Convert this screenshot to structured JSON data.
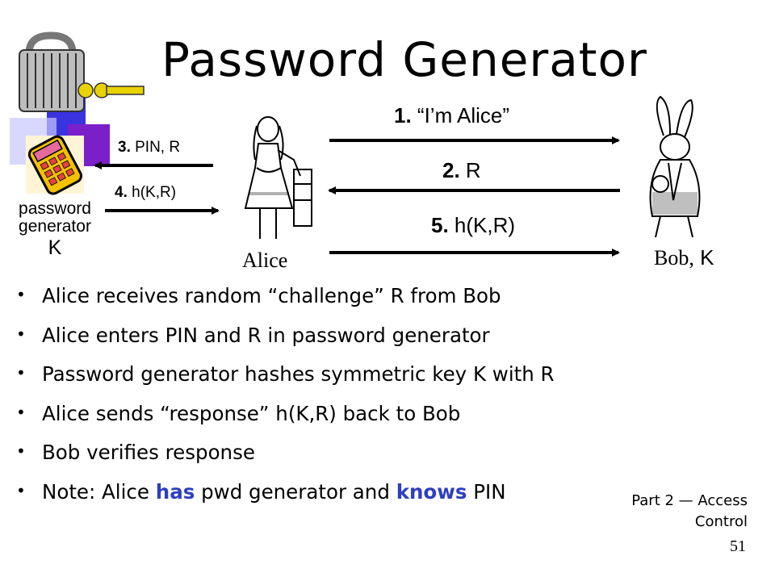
{
  "slide": {
    "title": "Password Generator",
    "messages": {
      "m1": {
        "num": "1.",
        "text": " “I’m Alice”"
      },
      "m2": {
        "num": "2.",
        "text": " R"
      },
      "m3": {
        "num": "3.",
        "text": " PIN, R"
      },
      "m4": {
        "num": "4.",
        "text": " h(K,R)"
      },
      "m5": {
        "num": "5.",
        "text": " h(K,R)"
      }
    },
    "device_caption": {
      "line1": "password",
      "line2": "generator",
      "line3": "K"
    },
    "alice_label": "Alice",
    "bob_label": {
      "name": "Bob,",
      "key": " K"
    },
    "bullets": {
      "b1": "Alice receives random “challenge” R from Bob",
      "b2": "Alice enters PIN and R in password generator",
      "b3": "Password generator hashes symmetric key K with R",
      "b4": "Alice sends “response” h(K,R) back to Bob",
      "b5": "Bob verifies response",
      "b6": {
        "pre": "Note: Alice ",
        "has": "has",
        "mid": " pwd generator and ",
        "knows": "knows",
        "post": " PIN"
      }
    },
    "bullet_glyph": "•",
    "footer": {
      "line1": "Part 2 — Access",
      "line2": "Control"
    },
    "page_number": "51",
    "colors": {
      "highlight": "#2e3fbf",
      "accent_blue": "#3a33e0",
      "accent_purple": "#7b1fc9",
      "key_yellow": "#e8d200"
    },
    "icons": [
      "padlock-icon",
      "key-icon",
      "calculator-icon",
      "alice-figure",
      "white-rabbit-figure"
    ]
  }
}
